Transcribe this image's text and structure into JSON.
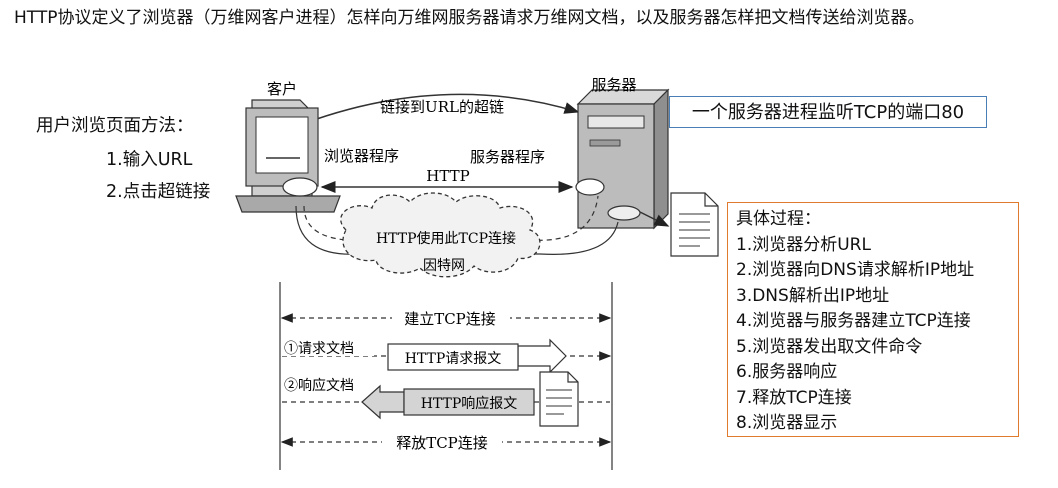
{
  "intro": "HTTP协议定义了浏览器（万维网客户进程）怎样向万维网服务器请求万维网文档，以及服务器怎样把文档传送给浏览器。",
  "left": {
    "title": "用户浏览页面方法：",
    "items": [
      "1.输入URL",
      "2.点击超链接"
    ]
  },
  "diagram": {
    "client_label": "客户",
    "server_label": "服务器",
    "hyperlink_label": "链接到URL的超链",
    "browser_label": "浏览器程序",
    "server_program_label": "服务器程序",
    "http_label": "HTTP",
    "cloud_tcp_label": "HTTP使用此TCP连接",
    "internet_label": "因特网",
    "establish_label": "建立TCP连接",
    "request_label": "①请求文档",
    "request_msg": "HTTP请求报文",
    "response_label": "②响应文档",
    "response_msg": "HTTP响应报文",
    "release_label": "释放TCP连接"
  },
  "tcp_note": "一个服务器进程监听TCP的端口80",
  "steps": {
    "title": "具体过程：",
    "items": [
      "1.浏览器分析URL",
      "2.浏览器向DNS请求解析IP地址",
      "3.DNS解析出IP地址",
      "4.浏览器与服务器建立TCP连接",
      "5.浏览器发出取文件命令",
      "6.服务器响应",
      "7.释放TCP连接",
      "8.浏览器显示"
    ]
  },
  "colors": {
    "note_border": "#4a7fb5",
    "steps_border": "#e07b2d"
  }
}
